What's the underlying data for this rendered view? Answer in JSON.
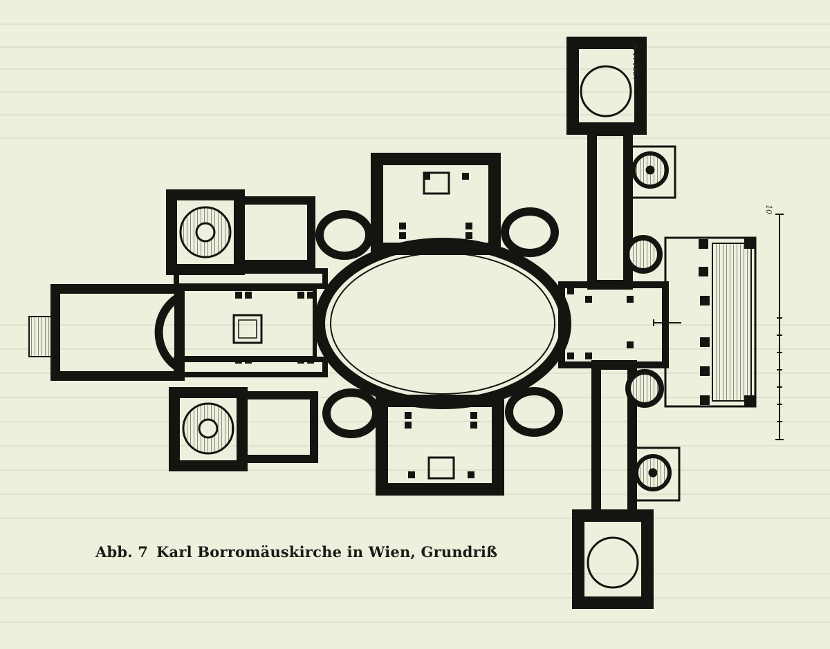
{
  "caption": {
    "number": "Abb. 7",
    "title": "Karl Borromäuskirche in Wien, Grundriß"
  },
  "signature": "A. F. 1857",
  "scale_label": "10",
  "colors": {
    "paper": "#eef0dd",
    "ink": "#141411",
    "hatch": "#333"
  }
}
